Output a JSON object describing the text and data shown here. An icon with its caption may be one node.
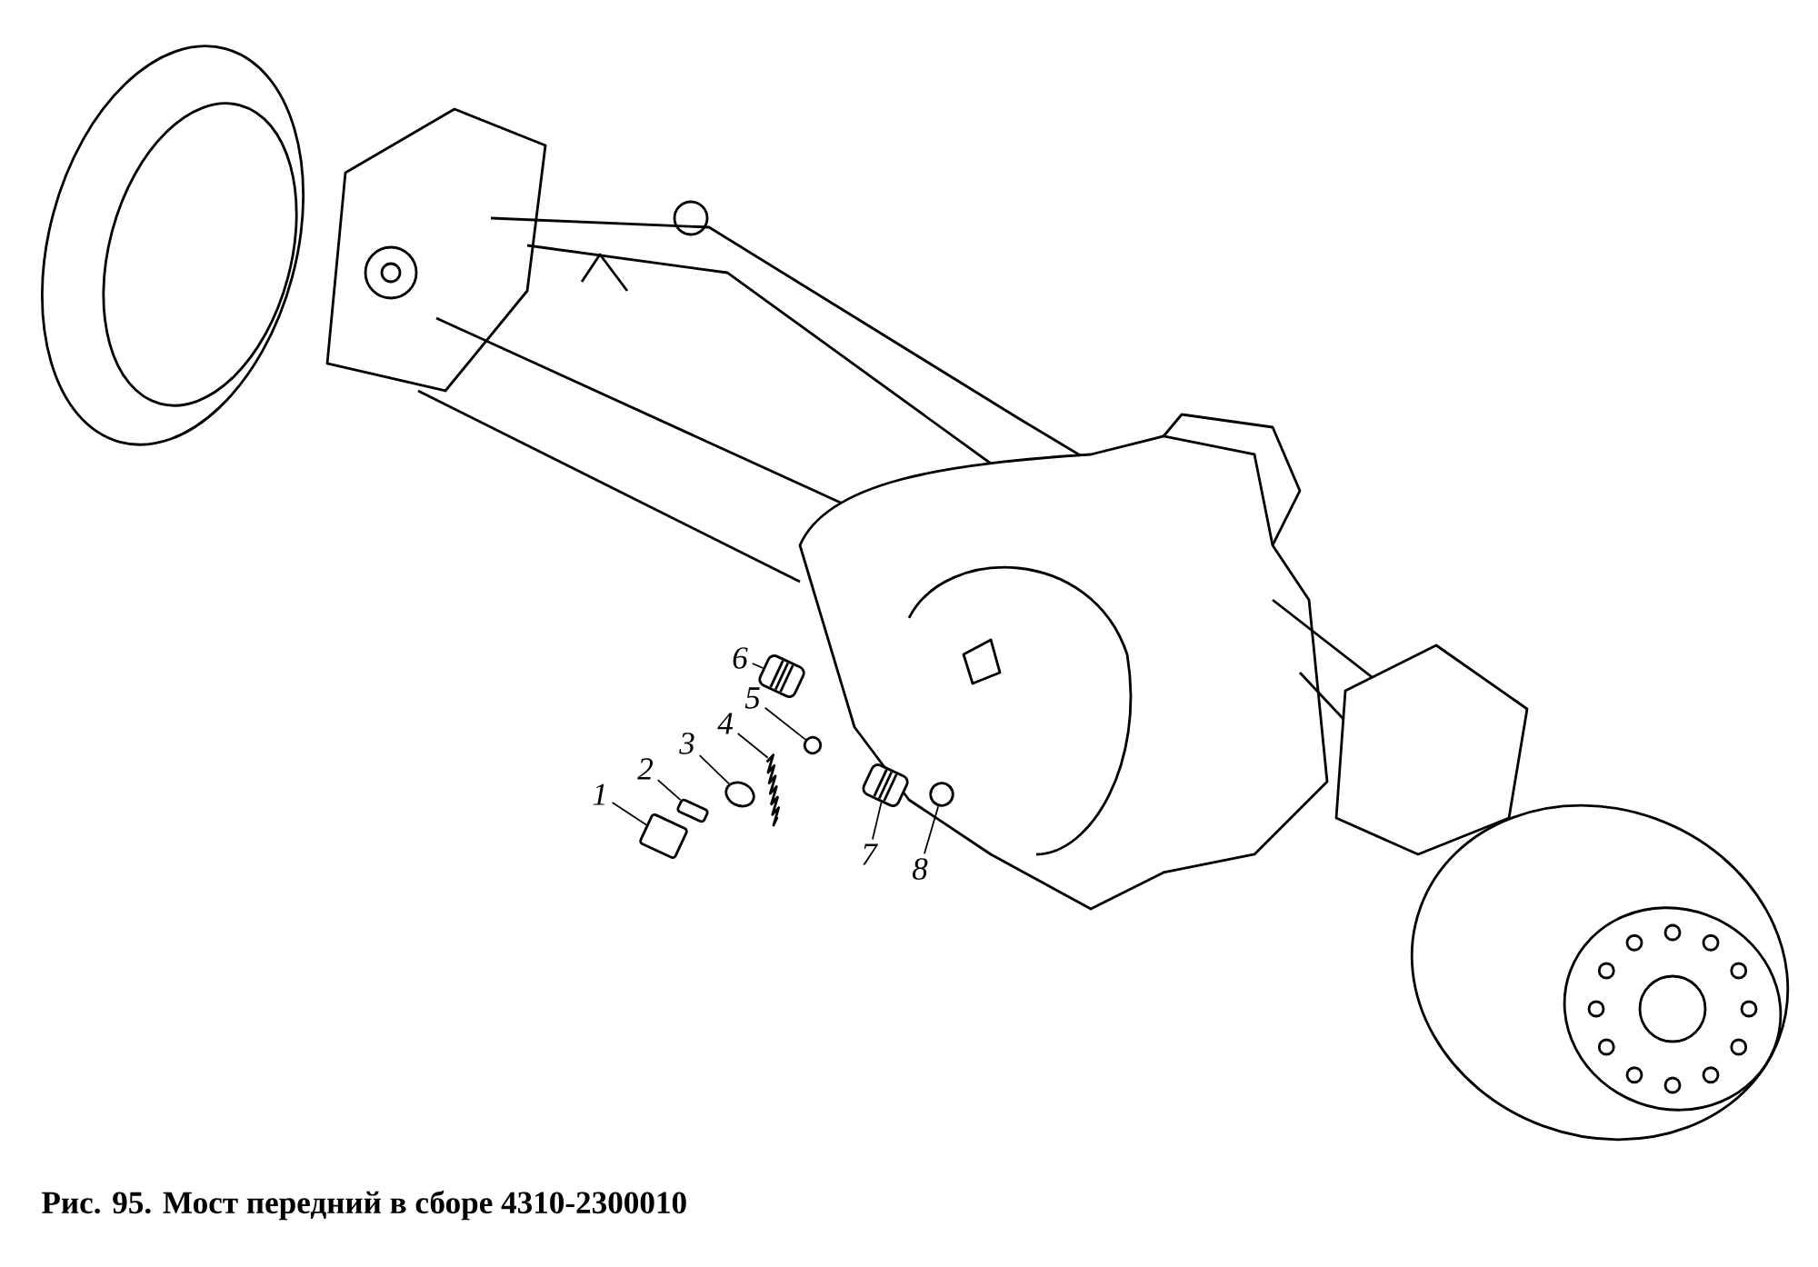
{
  "diagram": {
    "caption": "Рис. 95. Мост передний в сборе 4310-2300010",
    "nodes": [
      {
        "text": [
          "1"
        ]
      },
      {
        "text": [
          "2"
        ]
      },
      {
        "text": [
          "3"
        ]
      },
      {
        "text": [
          "4"
        ]
      },
      {
        "text": [
          "5"
        ]
      },
      {
        "text": [
          "6"
        ]
      },
      {
        "text": [
          "7"
        ]
      },
      {
        "text": [
          "8"
        ]
      },
      {
        "text": [],
        "shape": "picture"
      },
      {
        "text": [],
        "shape": "picture"
      },
      {
        "text": [],
        "shape": "circle"
      },
      {
        "text": [],
        "shape": "picture"
      },
      {
        "text": [],
        "shape": "circle"
      },
      {
        "text": [],
        "shape": "picture"
      },
      {
        "text": [],
        "shape": "picture"
      },
      {
        "text": [],
        "shape": "circle"
      }
    ],
    "edges": [
      {
        "from": 0,
        "to": 8,
        "arrow": "none"
      },
      {
        "from": 1,
        "to": 9,
        "arrow": "none"
      },
      {
        "from": 2,
        "to": 10,
        "arrow": "none"
      },
      {
        "from": 3,
        "to": 11,
        "arrow": "none"
      },
      {
        "from": 4,
        "to": 12,
        "arrow": "none"
      },
      {
        "from": 5,
        "to": 13,
        "arrow": "none"
      },
      {
        "from": 6,
        "to": 14,
        "arrow": "none"
      },
      {
        "from": 7,
        "to": 15,
        "arrow": "none"
      }
    ]
  }
}
